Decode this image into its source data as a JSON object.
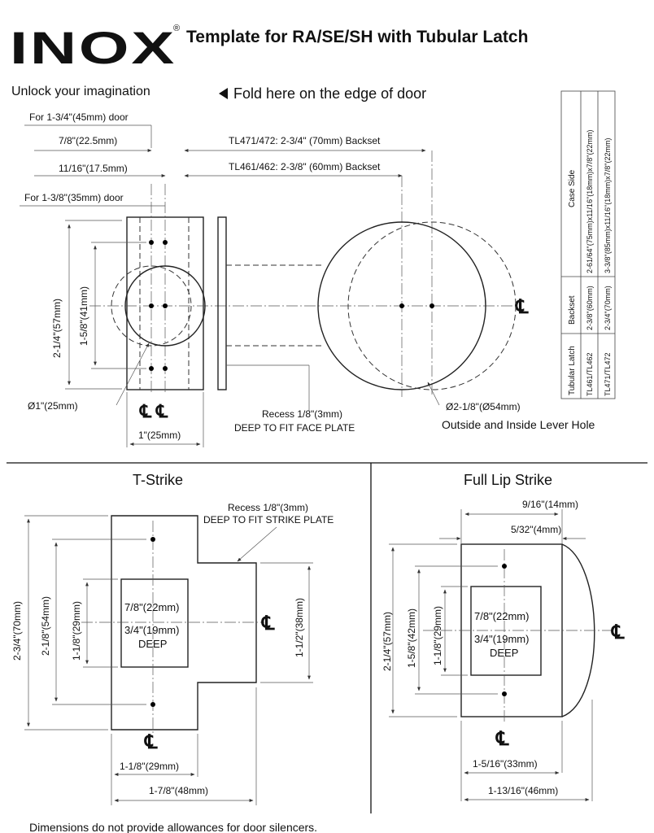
{
  "header": {
    "logo_text": "INOX",
    "registered_mark": "®",
    "title": "Template for RA/SE/SH with Tubular Latch",
    "tagline": "Unlock your imagination",
    "fold_note": "Fold here on the edge of door"
  },
  "door_section": {
    "door_45": "For 1-3/4\"(45mm) door",
    "dim_7_8": "7/8\"(22.5mm)",
    "dim_11_16": "11/16\"(17.5mm)",
    "door_35": "For 1-3/8\"(35mm) door",
    "backset_70": "TL471/472: 2-3/4\" (70mm) Backset",
    "backset_60": "TL461/462: 2-3/8\" (60mm) Backset",
    "height_57": "2-1/4\"(57mm)",
    "height_41": "1-5/8\"(41mm)",
    "dia_25": "Ø1\"(25mm)",
    "width_25": "1\"(25mm)",
    "centerline_symbol": "℄",
    "recess_line1": "Recess 1/8\"(3mm)",
    "recess_line2": "DEEP TO FIT FACE PLATE",
    "dia_54": "Ø2-1/8\"(Ø54mm)",
    "lever_hole": "Outside and Inside Lever Hole"
  },
  "spec_table": {
    "headers": [
      "Tubular Latch",
      "Backset",
      "Case Side"
    ],
    "rows": [
      [
        "TL461/TL462",
        "2-3/8\"(60mm)",
        "2-61/64\"(75mm)x11/16\"(18mm)x7/8\"(22mm)"
      ],
      [
        "TL471/TL472",
        "2-3/4\"(70mm)",
        "3-3/8\"(85mm)x11/16\"(18mm)x7/8\"(22mm)"
      ]
    ]
  },
  "t_strike": {
    "title": "T-Strike",
    "recess_line1": "Recess 1/8\"(3mm)",
    "recess_line2": "DEEP TO FIT STRIKE PLATE",
    "height_70": "2-3/4\"(70mm)",
    "height_54": "2-1/8\"(54mm)",
    "height_29": "1-1/8\"(29mm)",
    "height_38": "1-1/2\"(38mm)",
    "box_width": "7/8\"(22mm)",
    "box_depth": "3/4\"(19mm)",
    "box_deep": "DEEP",
    "width_29": "1-1/8\"(29mm)",
    "width_48": "1-7/8\"(48mm)"
  },
  "lip_strike": {
    "title": "Full Lip Strike",
    "dim_14": "9/16\"(14mm)",
    "dim_4": "5/32\"(4mm)",
    "height_57": "2-1/4\"(57mm)",
    "height_42": "1-5/8\"(42mm)",
    "height_29": "1-1/8\"(29mm)",
    "box_width": "7/8\"(22mm)",
    "box_depth": "3/4\"(19mm)",
    "box_deep": "DEEP",
    "width_33": "1-5/16\"(33mm)",
    "width_46": "1-13/16\"(46mm)"
  },
  "footer": {
    "note": "Dimensions do not provide allowances for door silencers."
  }
}
